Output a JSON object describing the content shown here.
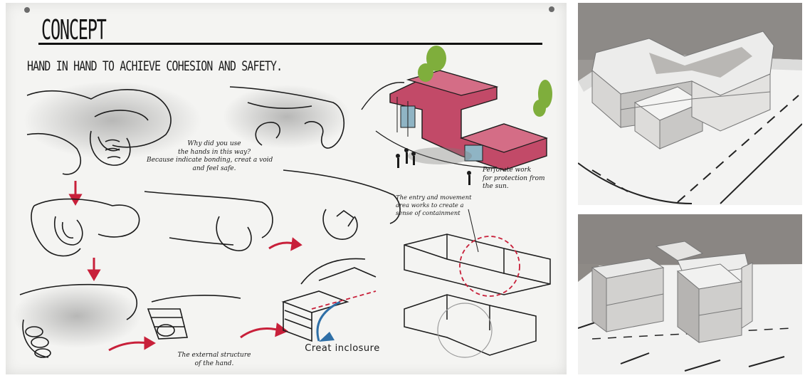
{
  "sheet": {
    "title": "CONCEPT",
    "subtitle": "HAND IN HAND TO ACHIEVE COHESION AND SAFETY.",
    "notes": {
      "why_line1": "Why did you use",
      "why_line2": "the hands in this way?",
      "why_line3": "Because indicate bonding, creat a void",
      "why_line4": "and feel safe.",
      "entry_line1": "The entry and movement",
      "entry_line2": "area works to create a",
      "entry_line3": "sense of containment",
      "perforate_line1": "Perforate work",
      "perforate_line2": "for protection from",
      "perforate_line3": "the sun.",
      "external_line1": "The external structure",
      "external_line2": "of the hand.",
      "enclosure": "Creat inclosure"
    },
    "colors": {
      "sketch_red": "#c8203a",
      "building_pink": "#c24a68",
      "tree_green": "#7fae3c",
      "enclosure_blue": "#2f6fa6"
    }
  },
  "photos": {
    "top_alt": "white massing model - top view",
    "bottom_alt": "white massing model - perspective view"
  }
}
